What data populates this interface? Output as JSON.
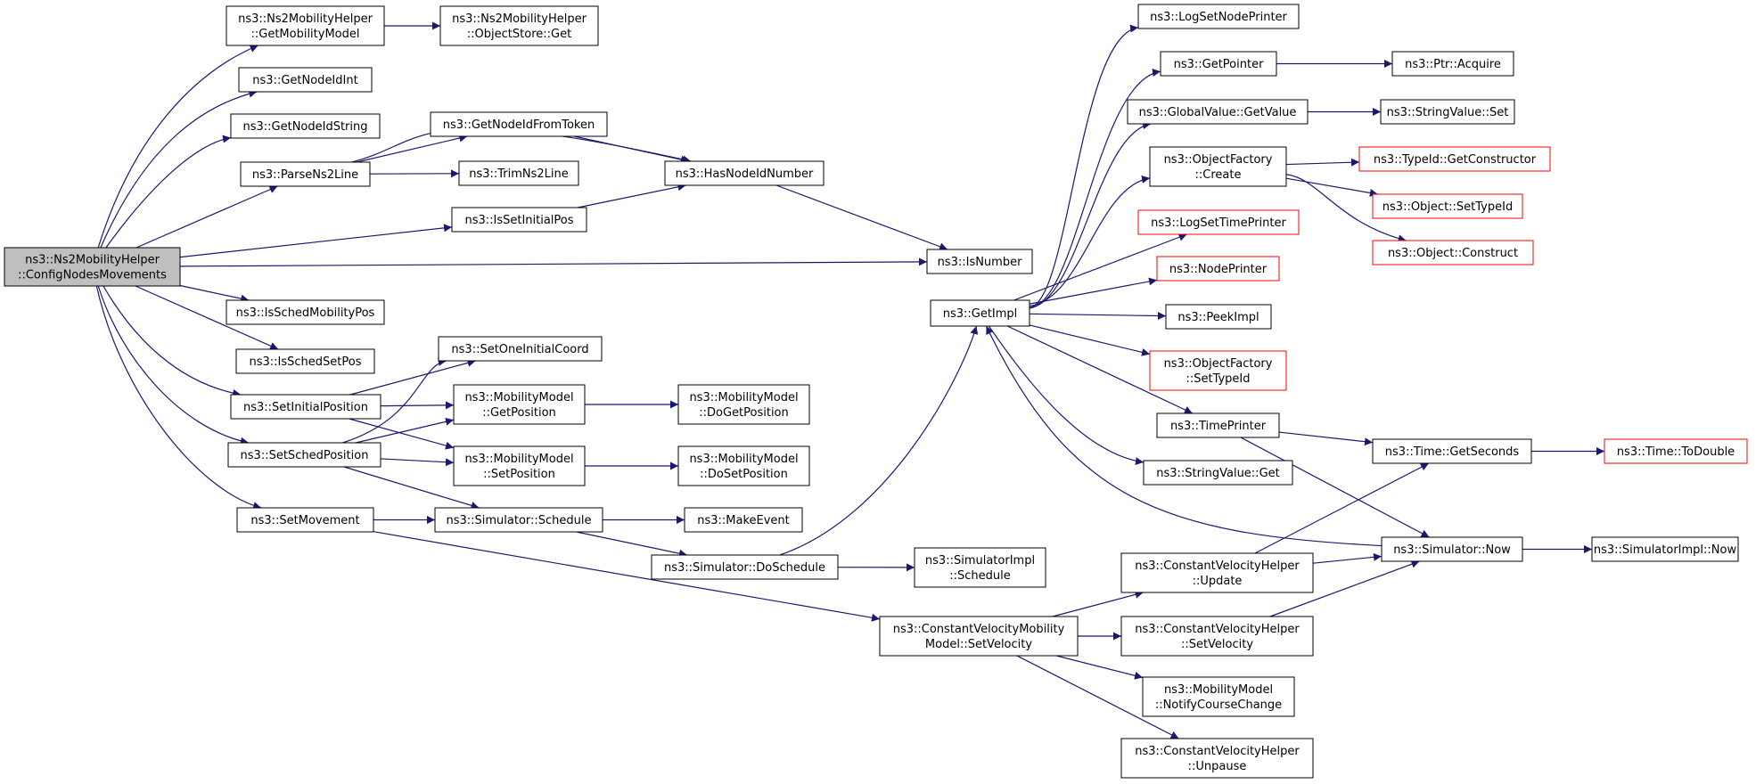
{
  "colors": {
    "edge": "#191970",
    "root_fill": "#bfbfbf",
    "node_border": "#000000",
    "truncated_border": "#ff0000",
    "background": "#ffffff"
  },
  "nodes": {
    "root": [
      "ns3::Ns2MobilityHelper",
      "::ConfigNodesMovements"
    ],
    "getmobilitymodel": [
      "ns3::Ns2MobilityHelper",
      "::GetMobilityModel"
    ],
    "objectstoreget": [
      "ns3::Ns2MobilityHelper",
      "::ObjectStore::Get"
    ],
    "getnodeidint": [
      "ns3::GetNodeIdInt"
    ],
    "getnodeidstring": [
      "ns3::GetNodeIdString"
    ],
    "parsens2line": [
      "ns3::ParseNs2Line"
    ],
    "getnodeidfromtoken": [
      "ns3::GetNodeIdFromToken"
    ],
    "trimns2line": [
      "ns3::TrimNs2Line"
    ],
    "hasnodeidnumber": [
      "ns3::HasNodeIdNumber"
    ],
    "issetinitialpos": [
      "ns3::IsSetInitialPos"
    ],
    "isnumber": [
      "ns3::IsNumber"
    ],
    "isschedmobilitypos": [
      "ns3::IsSchedMobilityPos"
    ],
    "isschedsetpos": [
      "ns3::IsSchedSetPos"
    ],
    "setoneinitialcoord": [
      "ns3::SetOneInitialCoord"
    ],
    "setinitialposition": [
      "ns3::SetInitialPosition"
    ],
    "mm_getposition": [
      "ns3::MobilityModel",
      "::GetPosition"
    ],
    "mm_dogetposition": [
      "ns3::MobilityModel",
      "::DoGetPosition"
    ],
    "setschedposition": [
      "ns3::SetSchedPosition"
    ],
    "mm_setposition": [
      "ns3::MobilityModel",
      "::SetPosition"
    ],
    "mm_dosetposition": [
      "ns3::MobilityModel",
      "::DoSetPosition"
    ],
    "setmovement": [
      "ns3::SetMovement"
    ],
    "simschedule": [
      "ns3::Simulator::Schedule"
    ],
    "makeevent": [
      "ns3::MakeEvent"
    ],
    "simdoschedule": [
      "ns3::Simulator::DoSchedule"
    ],
    "simimplschedule": [
      "ns3::SimulatorImpl",
      "::Schedule"
    ],
    "cvm_setvelocity": [
      "ns3::ConstantVelocityMobility",
      "Model::SetVelocity"
    ],
    "getimpl": [
      "ns3::GetImpl"
    ],
    "logsetnodeprinter": [
      "ns3::LogSetNodePrinter"
    ],
    "getpointer": [
      "ns3::GetPointer"
    ],
    "ptracquire": [
      "ns3::Ptr::Acquire"
    ],
    "globalvalueget": [
      "ns3::GlobalValue::GetValue"
    ],
    "stringvalueset": [
      "ns3::StringValue::Set"
    ],
    "objectfactorycreate": [
      "ns3::ObjectFactory",
      "::Create"
    ],
    "typeidgetconstructor": [
      "ns3::TypeId::GetConstructor"
    ],
    "objectsettypeid": [
      "ns3::Object::SetTypeId"
    ],
    "objectconstruct": [
      "ns3::Object::Construct"
    ],
    "logsettimeprinter": [
      "ns3::LogSetTimePrinter"
    ],
    "nodeprinter": [
      "ns3::NodePrinter"
    ],
    "peekimpl": [
      "ns3::PeekImpl"
    ],
    "objectfactorysettypeid": [
      "ns3::ObjectFactory",
      "::SetTypeId"
    ],
    "timeprinter": [
      "ns3::TimePrinter"
    ],
    "stringvalueget": [
      "ns3::StringValue::Get"
    ],
    "timegetseconds": [
      "ns3::Time::GetSeconds"
    ],
    "timetodouble": [
      "ns3::Time::ToDouble"
    ],
    "simnow": [
      "ns3::Simulator::Now"
    ],
    "simimplnow": [
      "ns3::SimulatorImpl::Now"
    ],
    "cvh_update": [
      "ns3::ConstantVelocityHelper",
      "::Update"
    ],
    "cvh_setvelocity": [
      "ns3::ConstantVelocityHelper",
      "::SetVelocity"
    ],
    "mm_notifycoursechange": [
      "ns3::MobilityModel",
      "::NotifyCourseChange"
    ],
    "cvh_unpause": [
      "ns3::ConstantVelocityHelper",
      "::Unpause"
    ]
  }
}
